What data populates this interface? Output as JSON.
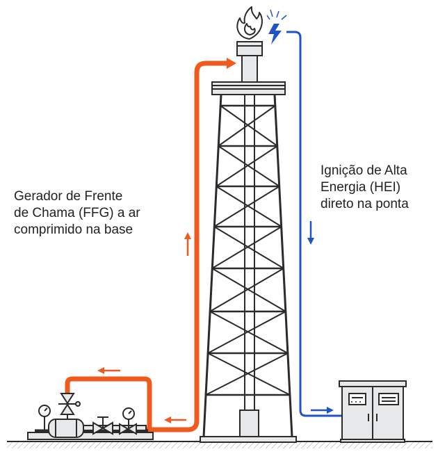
{
  "labels": {
    "ffg": {
      "line1": "Gerador de Frente",
      "line2": "de Chama (FFG) a ar",
      "line3": "comprimido na base"
    },
    "hei": {
      "line1": "Ignição de Alta",
      "line2": "Energia (HEI)",
      "line3": "direto na ponta"
    }
  },
  "colors": {
    "ffg_line": "#ef5a1e",
    "hei_line": "#1f54c9",
    "structure": "#2b2b2b",
    "metal_fill": "#e6e8ea"
  },
  "icons": [
    "flame-icon",
    "spark-icon",
    "pressure-gauge-icon",
    "valve-icon"
  ]
}
